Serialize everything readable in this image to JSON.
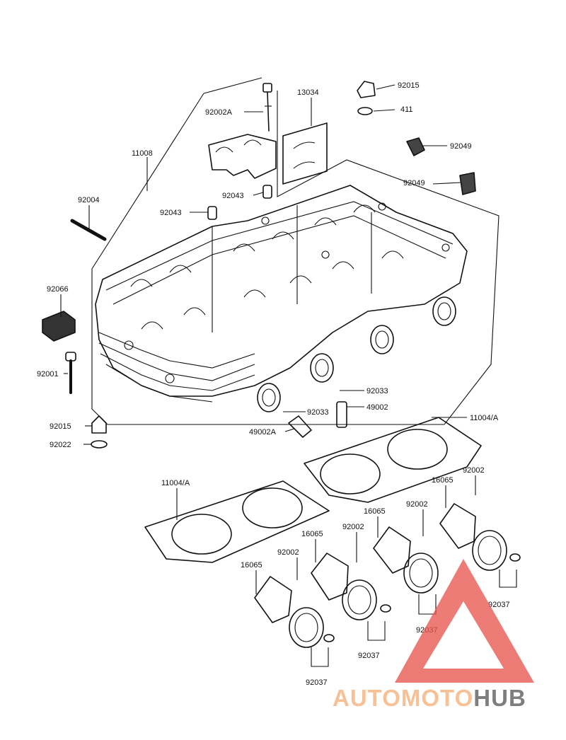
{
  "callouts": [
    {
      "text": "92015"
    },
    {
      "text": "13034"
    },
    {
      "text": "411"
    },
    {
      "text": "92002A"
    },
    {
      "text": "92049"
    },
    {
      "text": "11008"
    },
    {
      "text": "92049"
    },
    {
      "text": "92043"
    },
    {
      "text": "92004"
    },
    {
      "text": "92043"
    },
    {
      "text": "92066"
    },
    {
      "text": "92001"
    },
    {
      "text": "92033"
    },
    {
      "text": "92033"
    },
    {
      "text": "49002"
    },
    {
      "text": "49002A"
    },
    {
      "text": "92015"
    },
    {
      "text": "11004/A"
    },
    {
      "text": "92022"
    },
    {
      "text": "92002"
    },
    {
      "text": "16065"
    },
    {
      "text": "11004/A"
    },
    {
      "text": "92002"
    },
    {
      "text": "16065"
    },
    {
      "text": "92002"
    },
    {
      "text": "16065"
    },
    {
      "text": "92002"
    },
    {
      "text": "92037"
    },
    {
      "text": "16065"
    },
    {
      "text": "92037"
    },
    {
      "text": "92037"
    },
    {
      "text": "92037"
    }
  ],
  "watermark": {
    "part1": "AUTOMOTO",
    "part2": "HUB",
    "color_primary": "#e8574f",
    "color_accent": "#f5b07a",
    "color_dark": "#5a5a5a"
  }
}
